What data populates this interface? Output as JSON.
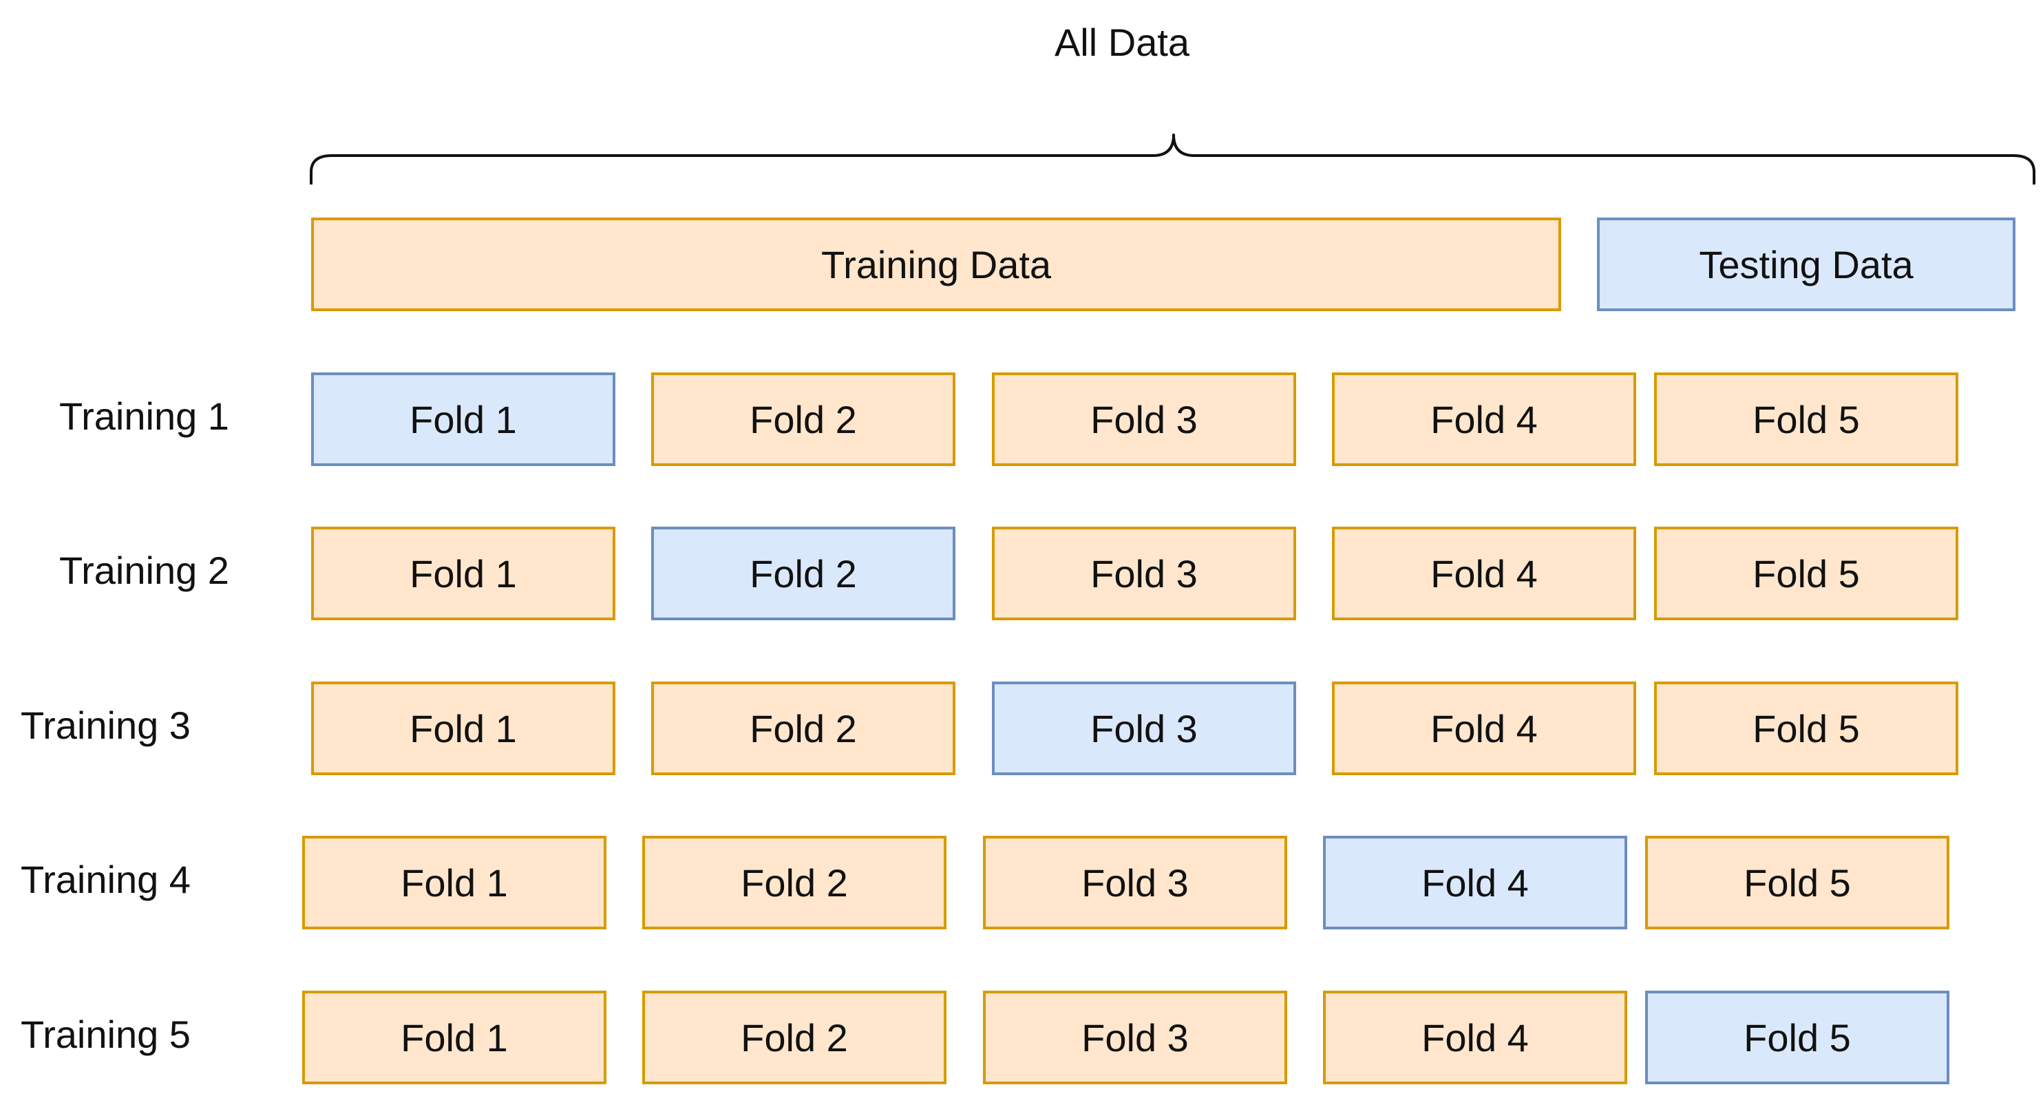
{
  "title": "All Data",
  "training_data_label": "Training Data",
  "testing_data_label": "Testing Data",
  "colors": {
    "train_fill": "#ffe6cc",
    "train_border": "#d79b00",
    "test_fill": "#dae8fc",
    "test_border": "#6c8ebf"
  },
  "rows": [
    {
      "label": "Training 1",
      "folds": [
        "Fold 1",
        "Fold 2",
        "Fold 3",
        "Fold 4",
        "Fold 5"
      ],
      "test_fold": 1
    },
    {
      "label": "Training 2",
      "folds": [
        "Fold 1",
        "Fold 2",
        "Fold 3",
        "Fold 4",
        "Fold 5"
      ],
      "test_fold": 2
    },
    {
      "label": "Training 3",
      "folds": [
        "Fold 1",
        "Fold 2",
        "Fold 3",
        "Fold 4",
        "Fold 5"
      ],
      "test_fold": 3
    },
    {
      "label": "Training 4",
      "folds": [
        "Fold 1",
        "Fold 2",
        "Fold 3",
        "Fold 4",
        "Fold 5"
      ],
      "test_fold": 4
    },
    {
      "label": "Training 5",
      "folds": [
        "Fold 1",
        "Fold 2",
        "Fold 3",
        "Fold 4",
        "Fold 5"
      ],
      "test_fold": 5
    }
  ]
}
